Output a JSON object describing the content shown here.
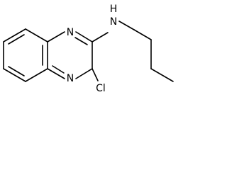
{
  "molecule": {
    "atoms": {
      "n1": "N",
      "n4": "N",
      "nh": "N",
      "h": "H",
      "cl": "Cl"
    }
  }
}
